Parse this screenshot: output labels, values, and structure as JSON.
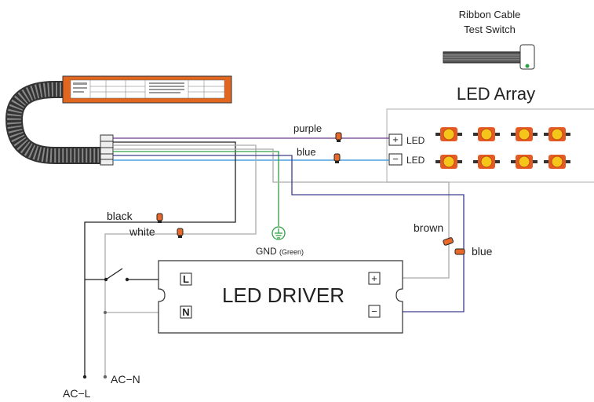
{
  "ribbon_cable": {
    "line1": "Ribbon Cable",
    "line2": "Test Switch"
  },
  "led_array": {
    "title": "LED Array",
    "plus_label": "LED",
    "minus_label": "LED",
    "plus_symbol": "+",
    "minus_symbol": "−"
  },
  "wires": {
    "purple": "purple",
    "blue_top": "blue",
    "black": "black",
    "white": "white",
    "brown": "brown",
    "blue_right": "blue"
  },
  "ground": {
    "label": "GND",
    "sub": "(Green)"
  },
  "driver": {
    "title": "LED DRIVER",
    "L": "L",
    "N": "N",
    "plus": "+",
    "minus": "−"
  },
  "mains": {
    "live": "AC−L",
    "neutral": "AC−N"
  },
  "colors": {
    "purple": "#6b3a8e",
    "blue": "#2b8fd6",
    "brown": "#8a5a2b",
    "navy": "#3d3d8f",
    "green": "#2ea043",
    "orange": "#e8692a",
    "led_yellow": "#f6c51b",
    "led_frame": "#e55a23"
  }
}
